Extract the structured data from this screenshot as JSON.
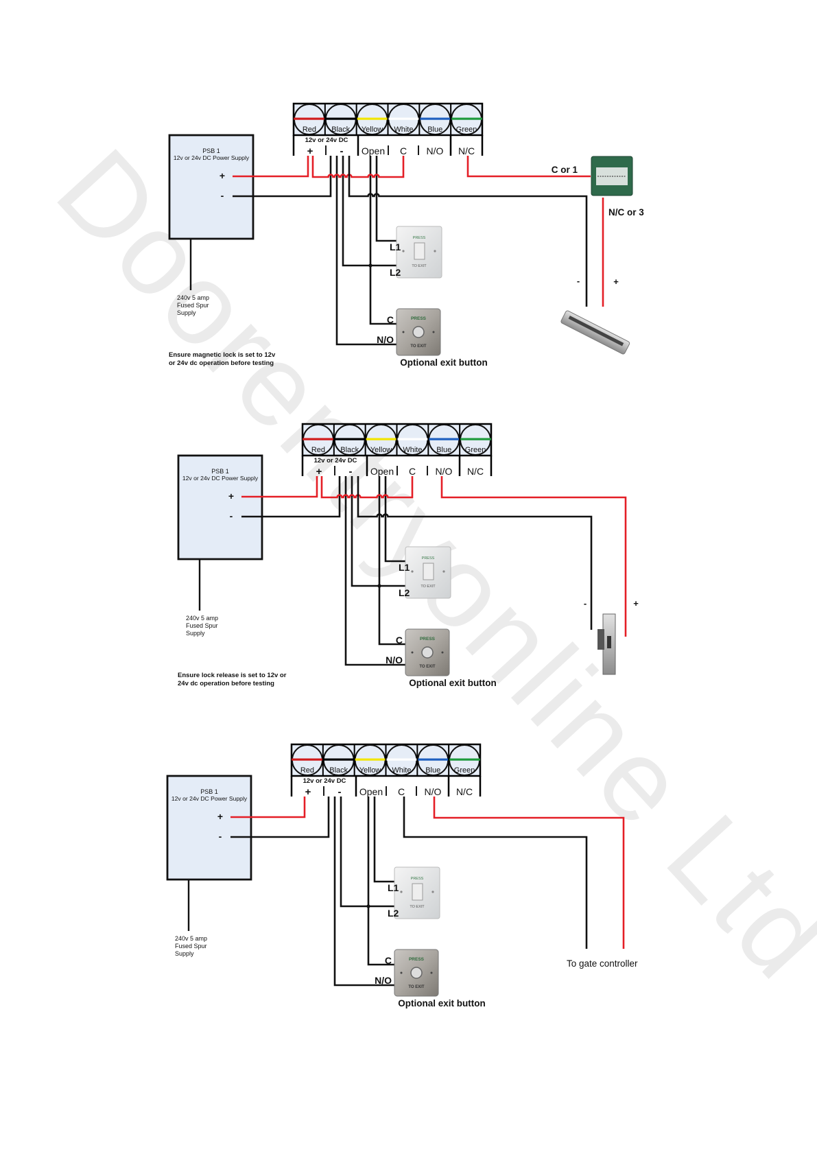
{
  "watermark": "Doorentryonline Ltd",
  "colors": {
    "red_wire": "#e41e26",
    "black_wire": "#111111",
    "psu_fill": "#e4ecf7",
    "watermark": "#ebebeb"
  },
  "terminal_block": {
    "wire_colors": [
      {
        "label": "Red",
        "color": "#d01c1c"
      },
      {
        "label": "Black",
        "color": "#000000"
      },
      {
        "label": "Yellow",
        "color": "#f2e500"
      },
      {
        "label": "White",
        "color": "#ffffff"
      },
      {
        "label": "Blue",
        "color": "#1f5fbf"
      },
      {
        "label": "Green",
        "color": "#1e9a3c"
      }
    ],
    "voltage_label": "12v or 24v DC",
    "terminals": [
      "+",
      "-",
      "Open",
      "C",
      "N/O",
      "N/C"
    ]
  },
  "diagrams": [
    {
      "psu": {
        "title": "PSB 1",
        "subtitle": "12v or 24v DC Power Supply",
        "plus": "+",
        "minus": "-"
      },
      "supply": [
        "240v 5 amp",
        "Fused Spur",
        "Supply"
      ],
      "note": [
        "Ensure magnetic lock is set to 12v",
        "or 24v dc operation before testing"
      ],
      "switch_labels": {
        "l1": "L1",
        "l2": "L2"
      },
      "button_labels": {
        "c": "C",
        "no": "N/O"
      },
      "switch_text": {
        "press": "PRESS",
        "exit": "TO EXIT"
      },
      "exit_label": "Optional exit button",
      "device": "magnetic-lock",
      "extra": {
        "c_or_1": "C or 1",
        "nc_or_3": "N/C or 3",
        "minus": "-",
        "plus": "+"
      }
    },
    {
      "psu": {
        "title": "PSB 1",
        "subtitle": "12v or 24v DC Power Supply",
        "plus": "+",
        "minus": "-"
      },
      "supply": [
        "240v 5 amp",
        "Fused Spur",
        "Supply"
      ],
      "note": [
        "Ensure lock release is set to 12v or",
        "24v dc operation before testing"
      ],
      "switch_labels": {
        "l1": "L1",
        "l2": "L2"
      },
      "button_labels": {
        "c": "C",
        "no": "N/O"
      },
      "switch_text": {
        "press": "PRESS",
        "exit": "TO EXIT"
      },
      "exit_label": "Optional exit button",
      "device": "electric-strike",
      "extra": {
        "minus": "-",
        "plus": "+"
      }
    },
    {
      "psu": {
        "title": "PSB 1",
        "subtitle": "12v or 24v DC Power Supply",
        "plus": "+",
        "minus": "-"
      },
      "supply": [
        "240v 5 amp",
        "Fused Spur",
        "Supply"
      ],
      "note": [],
      "switch_labels": {
        "l1": "L1",
        "l2": "L2"
      },
      "button_labels": {
        "c": "C",
        "no": "N/O"
      },
      "switch_text": {
        "press": "PRESS",
        "exit": "TO EXIT"
      },
      "exit_label": "Optional exit button",
      "device": "gate-controller",
      "extra": {
        "gate": "To gate controller"
      }
    }
  ]
}
